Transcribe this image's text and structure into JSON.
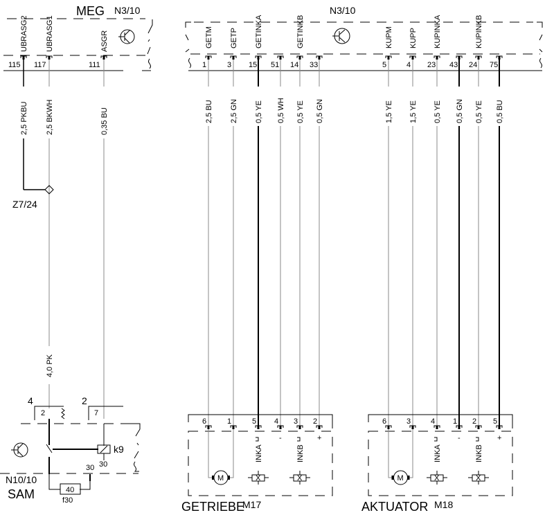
{
  "left_module": {
    "title": "MEG",
    "id": "N3/10"
  },
  "right_module": {
    "id": "N3/10"
  },
  "left_wires": [
    {
      "signal": "UBRASG2",
      "pin": "115",
      "wire": "2,5 PKBU",
      "thick": true
    },
    {
      "signal": "UBRASG1",
      "pin": "117",
      "wire": "2,5 BKWH",
      "thick": false
    },
    {
      "signal": "ASGR",
      "pin": "111",
      "wire": "0,35 BU",
      "thick": false
    }
  ],
  "splice": {
    "label": "Z7/24"
  },
  "lower_wire": {
    "wire": "4,0 PK"
  },
  "right_wires": [
    {
      "signal": "GETM",
      "pin": "1",
      "wire": "2,5 BU",
      "thick": false,
      "end_pin": "6"
    },
    {
      "signal": "GETP",
      "pin": "3",
      "wire": "2,5 GN",
      "thick": false,
      "end_pin": "1"
    },
    {
      "signal": "GETINKA",
      "pin": "15",
      "wire": "0,5 YE",
      "thick": true,
      "end_pin": "5"
    },
    {
      "signal": "",
      "pin": "51",
      "wire": "0,5 WH",
      "thick": false,
      "end_pin": "4"
    },
    {
      "signal": "GETINKB",
      "pin": "14",
      "wire": "0,5 YE",
      "thick": false,
      "end_pin": "3"
    },
    {
      "signal": "",
      "pin": "33",
      "wire": "0,5 GN",
      "thick": false,
      "end_pin": "2"
    },
    {
      "signal": "KUPM",
      "pin": "5",
      "wire": "1,5 YE",
      "thick": false,
      "end_pin": "6"
    },
    {
      "signal": "KUPP",
      "pin": "4",
      "wire": "1,5 YE",
      "thick": false,
      "end_pin": "3"
    },
    {
      "signal": "KUPINKA",
      "pin": "23",
      "wire": "0,5 YE",
      "thick": false,
      "end_pin": "4"
    },
    {
      "signal": "",
      "pin": "43",
      "wire": "0,5 GN",
      "thick": true,
      "end_pin": "1"
    },
    {
      "signal": "KUPINKB",
      "pin": "24",
      "wire": "0,5 YE",
      "thick": false,
      "end_pin": "2"
    },
    {
      "signal": "",
      "pin": "75",
      "wire": "0,5 BU",
      "thick": true,
      "end_pin": "5"
    }
  ],
  "components": [
    {
      "name": "GETRIEBE",
      "id": "M17",
      "inka": "INKA",
      "inkb": "INKB",
      "minus": "-",
      "plus": "+",
      "motor": "M",
      "coil": "X"
    },
    {
      "name": "AKTUATOR",
      "id": "M18",
      "inka": "INKA",
      "inkb": "INKB",
      "minus": "-",
      "plus": "+",
      "motor": "M",
      "coil": "X"
    }
  ],
  "sam": {
    "id": "N10/10",
    "name": "SAM",
    "connector_a": "4",
    "pin_a": "2",
    "connector_b": "2",
    "pin_b": "7",
    "relay": "k9",
    "relay_pin": "30",
    "fuse_pin": "30",
    "fuse_value": "40",
    "fuse": "f30"
  }
}
